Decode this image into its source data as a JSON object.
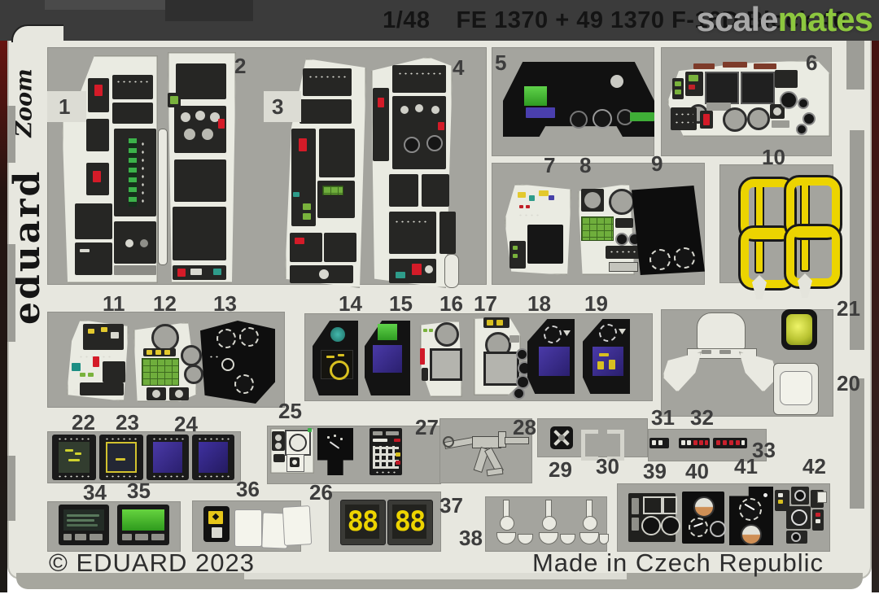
{
  "header": {
    "scale": "1/48",
    "title": "FE 1370 + 49 1370 F-16D Block 40"
  },
  "watermark": {
    "gray": "scale",
    "green": "mates"
  },
  "brand": {
    "logo": "eduard",
    "zoom": "Zoom"
  },
  "footer": {
    "copyright": "© EDUARD 2023",
    "made_in": "Made in Czech Republic"
  },
  "display": {
    "counter": "88"
  },
  "parts": [
    {
      "num": "1"
    },
    {
      "num": "2"
    },
    {
      "num": "3"
    },
    {
      "num": "4"
    },
    {
      "num": "5"
    },
    {
      "num": "6"
    },
    {
      "num": "7"
    },
    {
      "num": "8"
    },
    {
      "num": "9"
    },
    {
      "num": "10"
    },
    {
      "num": "11"
    },
    {
      "num": "12"
    },
    {
      "num": "13"
    },
    {
      "num": "14"
    },
    {
      "num": "15"
    },
    {
      "num": "16"
    },
    {
      "num": "17"
    },
    {
      "num": "18"
    },
    {
      "num": "19"
    },
    {
      "num": "20"
    },
    {
      "num": "21"
    },
    {
      "num": "22"
    },
    {
      "num": "23"
    },
    {
      "num": "24"
    },
    {
      "num": "25"
    },
    {
      "num": "26"
    },
    {
      "num": "27"
    },
    {
      "num": "28"
    },
    {
      "num": "29"
    },
    {
      "num": "30"
    },
    {
      "num": "31"
    },
    {
      "num": "32"
    },
    {
      "num": "33"
    },
    {
      "num": "34"
    },
    {
      "num": "35"
    },
    {
      "num": "36"
    },
    {
      "num": "37"
    },
    {
      "num": "38"
    },
    {
      "num": "39"
    },
    {
      "num": "40"
    },
    {
      "num": "41"
    },
    {
      "num": "42"
    }
  ],
  "colors": {
    "top_bar": "#3b3b3b",
    "title_text": "#141414",
    "watermark_gray": "#a8a8a8",
    "watermark_green": "#8dc73f",
    "sheet_cream": "#e7e7df",
    "etched_gray": "#a4a49e",
    "panel_black": "#1c1c1c",
    "switch_red": "#d41b28",
    "led_green": "#3cb24a",
    "keypad_green": "#6fae3c",
    "screen_green": "#46c32f",
    "screen_purple": "#42339c",
    "hud_glass_yellow": "#ccd43a",
    "handle_yellow": "#ecd400",
    "adi_orange": "#cf8f55",
    "counter_yellow": "#edd400"
  }
}
